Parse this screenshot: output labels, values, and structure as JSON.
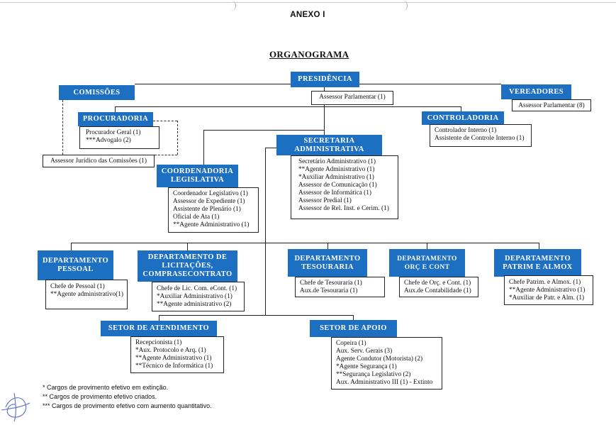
{
  "header": {
    "annex": "ANEXO I",
    "title": "ORGANOGRAMA"
  },
  "nodes": {
    "presidencia": {
      "head": [
        "PRESIDÊNCIA"
      ],
      "items": [
        "Assessor Parlamentar (1)"
      ]
    },
    "comissoes": {
      "head": [
        "COMISSÕES"
      ]
    },
    "vereadores": {
      "head": [
        "VEREADORES"
      ],
      "items": [
        "Assessor Parlamentar (8)"
      ]
    },
    "procuradoria": {
      "head": [
        "PROCURADORIA"
      ],
      "items": [
        "Procurador Geral (1)",
        "***Advogalo (2)"
      ]
    },
    "assessor_juridico": {
      "items": [
        "Assessor Jurídico das Comissões (1)"
      ]
    },
    "controladoria": {
      "head": [
        "CONTROLADORIA"
      ],
      "items": [
        "Controlador Interno (1)",
        "Assistente de Controle Interno (1)"
      ]
    },
    "secretaria": {
      "head": [
        "SECRETARIA",
        "ADMINISTRATIVA"
      ],
      "items": [
        "Secretário Administrativo (1)",
        "**Agente Administrativo (1)",
        "*Auxiliar Administrativo (1)",
        "Assessor de Comunicação (1)",
        "Assessor de Informática (1)",
        "Assessor Predial (1)",
        "Assessor de Rel. Inst. e Cerim. (1)"
      ]
    },
    "coordenadoria": {
      "head": [
        "COORDENADORIA",
        "LEGISLATIVA"
      ],
      "items": [
        "Coordenador Legislativo (1)",
        "Assessor de Expediente (1)",
        "Assistente de Plenário (1)",
        "Oficial de Ata (1)",
        "**Agente Administrativo (1)"
      ]
    },
    "dep_pessoal": {
      "head": [
        "DEPARTAMENTO",
        "PESSOAL"
      ],
      "items": [
        "Chefe de Pessoal (1)",
        "**Agente administrativo(1)"
      ]
    },
    "dep_licitacoes": {
      "head": [
        "DEPARTAMENTO DE",
        "LICITAÇÕES,",
        "COMPRASECONTRATO"
      ],
      "items": [
        "Chefe de Lic. Com. eCont. (1)",
        "*Auxiliar Administrativo (1)",
        "**Agente administrativo (2)"
      ]
    },
    "dep_tesouraria": {
      "head": [
        "DEPARTAMENTO",
        "TESOURARIA"
      ],
      "items": [
        "Chefe de Tesouraria (1)",
        "Aux.de Tesouraria (1)"
      ]
    },
    "dep_orc": {
      "head": [
        "DEPARTAMENTO",
        "ORÇ E CONT"
      ],
      "items": [
        "Chefe de Orç. e Cont. (1)",
        "Aux.de Contabilidade (1)"
      ]
    },
    "dep_patrim": {
      "head": [
        "DEPARTAMENTO",
        "PATRIM E ALMOX"
      ],
      "items": [
        "Chefe Patrim. e Almox. (1)",
        "**Agente Administrativo (1)",
        "*Auxiliar de Patr. e Alm. (1)"
      ]
    },
    "setor_atendimento": {
      "head": [
        "SETOR DE ATENDIMENTO"
      ],
      "items": [
        "Recepcionista (1)",
        "*Aux. Protocolo e Arq. (1)",
        "**Agente Administrativo (1)",
        "**Técnico de Informática (1)"
      ]
    },
    "setor_apoio": {
      "head": [
        "SETOR DE APOIO"
      ],
      "items": [
        "Copeira (1)",
        "Aux. Serv. Gerais (3)",
        "Agente Condutor (Motorista) (2)",
        "*Agente Segurança (1)",
        "**Segurança Legislativo (2)",
        "Aux. Administrativo III (1) - Extinto"
      ]
    }
  },
  "footnotes": [
    "* Cargos de provimento efetivo em extinção.",
    "** Cargos de provimento efetivo criados.",
    "*** Cargos de provimento efetivo com aumento quantitativo."
  ],
  "colors": {
    "header_fill": "#1d6fc1",
    "header_text": "#ffffff",
    "line": "#222222"
  }
}
